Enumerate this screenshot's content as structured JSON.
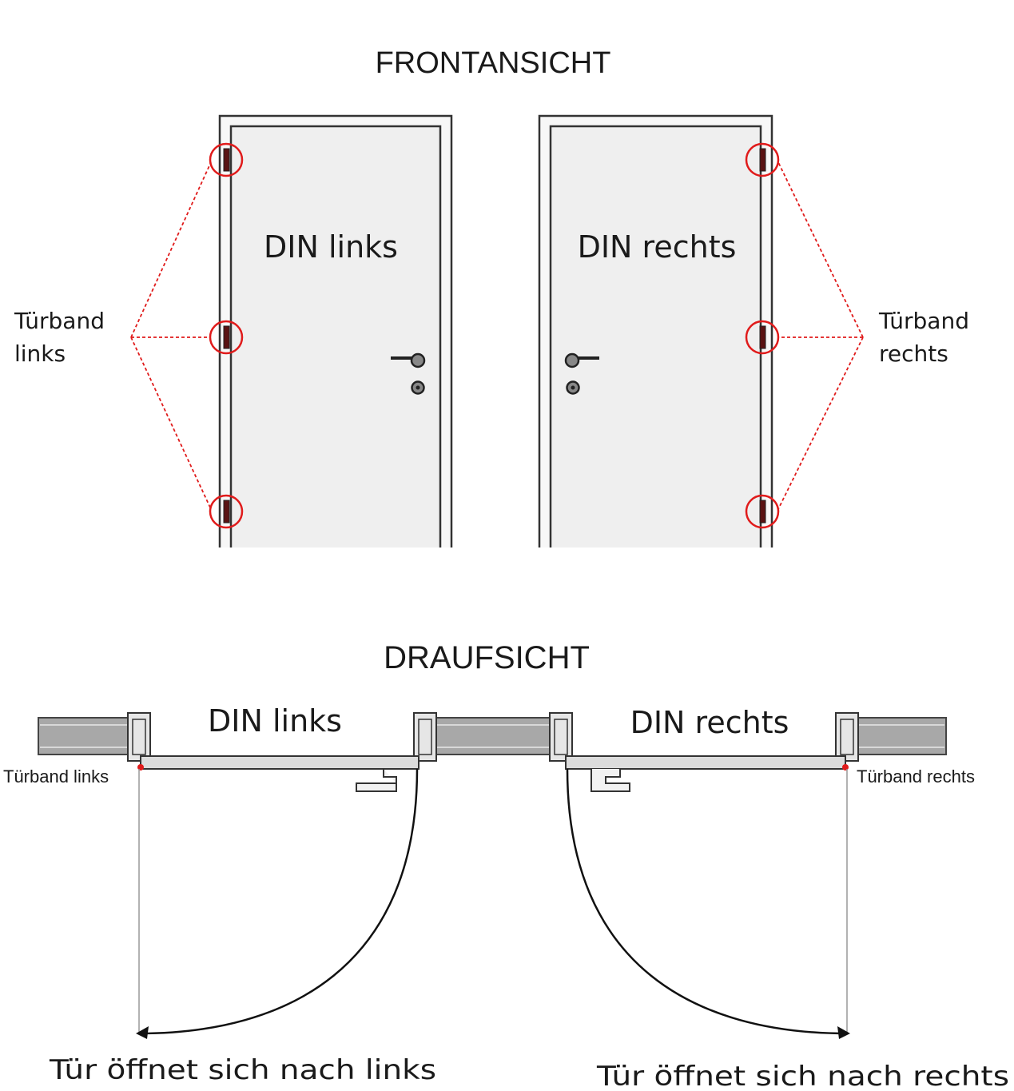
{
  "front_view": {
    "title": "FRONTANSICHT",
    "left_door": {
      "label": "DIN links"
    },
    "right_door": {
      "label": "DIN rechts"
    },
    "left_hinge_callout": {
      "line1": "Türband",
      "line2": "links"
    },
    "right_hinge_callout": {
      "line1": "Türband",
      "line2": "rechts"
    }
  },
  "top_view": {
    "title": "DRAUFSICHT",
    "left_door": {
      "label": "DIN links",
      "hinge_label": "Türband links",
      "caption": "Tür öffnet sich nach links"
    },
    "right_door": {
      "label": "DIN rechts",
      "hinge_label": "Türband rechts",
      "caption": "Tür öffnet sich nach rechts"
    }
  },
  "colors": {
    "highlight": "#e01b1b",
    "door_fill": "#efefef",
    "outline": "#333333",
    "hinge": "#5a1212",
    "wall_fill": "#a8a8a8"
  },
  "icons": [
    "door-handle-icon",
    "keyhole-icon",
    "hinge-icon"
  ]
}
